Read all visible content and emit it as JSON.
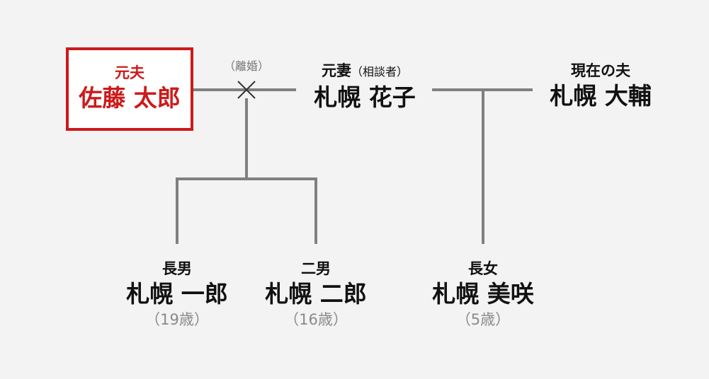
{
  "colors": {
    "background": "#f3f3f3",
    "line": "#808080",
    "highlight": "#cc1a1a",
    "age_text": "#8a8a8a"
  },
  "ex_husband": {
    "role": "元夫",
    "name": "佐藤 太郎"
  },
  "divorce": {
    "label": "（離婚）"
  },
  "ex_wife": {
    "role": "元妻",
    "note": "（相談者）",
    "name": "札幌 花子"
  },
  "current_husband": {
    "role": "現在の夫",
    "name": "札幌 大輔"
  },
  "children": [
    {
      "role": "長男",
      "name": "札幌 一郎",
      "age": "（19歳）"
    },
    {
      "role": "二男",
      "name": "札幌 二郎",
      "age": "（16歳）"
    },
    {
      "role": "長女",
      "name": "札幌 美咲",
      "age": "（5歳）"
    }
  ]
}
